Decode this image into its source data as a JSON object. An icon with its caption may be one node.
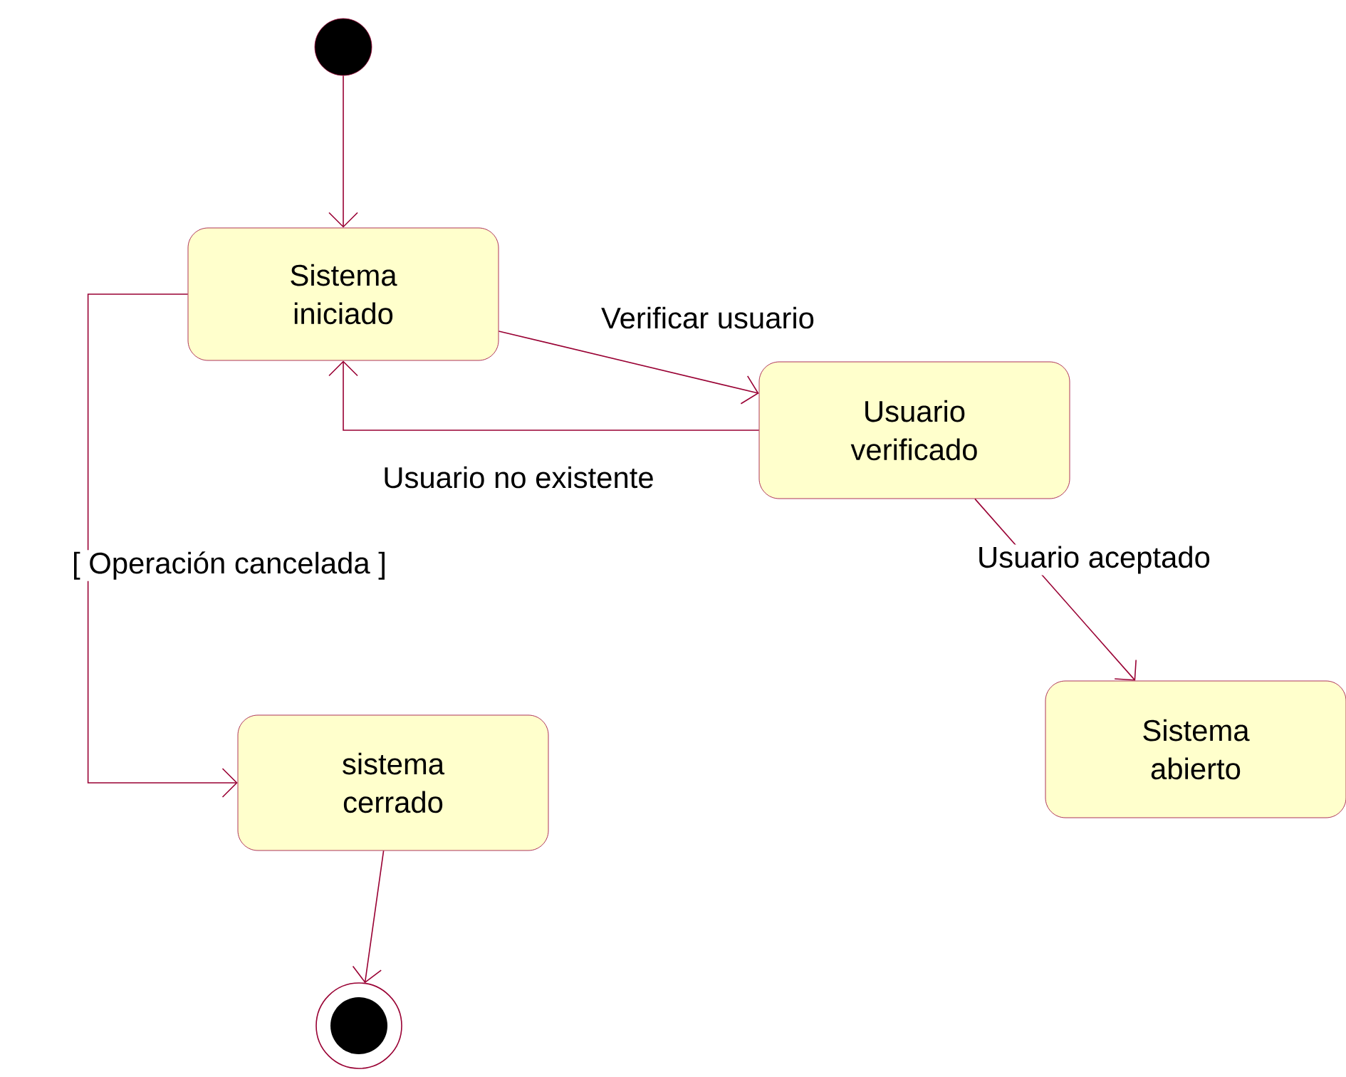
{
  "diagram": {
    "nodes": [
      {
        "text": [],
        "shape": "circle"
      },
      {
        "text": [
          "Sistema iniciado"
        ]
      },
      {
        "text": [
          "Usuario verificado"
        ]
      },
      {
        "text": [
          "sistema cerrado"
        ]
      },
      {
        "text": [
          "Sistema abierto"
        ]
      },
      {
        "text": [],
        "shape": "circle"
      }
    ],
    "edges": [
      {
        "from": 0,
        "to": 1,
        "arrow": "to"
      },
      {
        "from": 1,
        "to": 2,
        "arrow": "to",
        "label": "Verificar usuario"
      },
      {
        "from": 2,
        "to": 1,
        "arrow": "to",
        "label": "Usuario no existente"
      },
      {
        "from": 1,
        "to": 3,
        "arrow": "to",
        "label": "[ Operación cancelada ]"
      },
      {
        "from": 2,
        "to": 4,
        "arrow": "to",
        "label": "Usuario aceptado"
      },
      {
        "from": 3,
        "to": 5,
        "arrow": "to"
      }
    ]
  }
}
